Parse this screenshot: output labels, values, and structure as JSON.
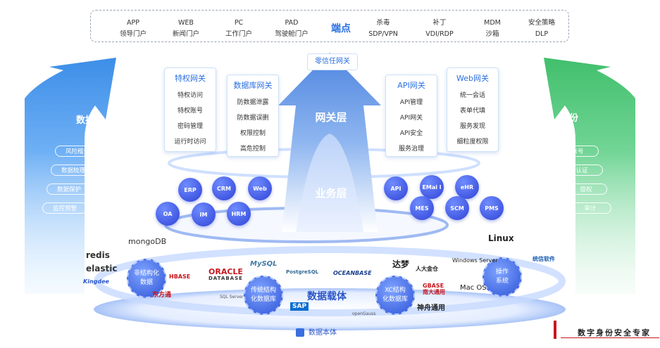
{
  "endpoints": {
    "title": "端点",
    "items": [
      {
        "top": "APP",
        "bottom": "领导门户"
      },
      {
        "top": "WEB",
        "bottom": "新闻门户"
      },
      {
        "top": "PC",
        "bottom": "工作门户"
      },
      {
        "top": "PAD",
        "bottom": "驾驶舱门户"
      },
      {
        "top": "杀毒",
        "bottom": "SDP/VPN"
      },
      {
        "top": "补丁",
        "bottom": "VDI/RDP"
      },
      {
        "top": "MDM",
        "bottom": "沙箱"
      },
      {
        "top": "安全策略",
        "bottom": "DLP"
      }
    ]
  },
  "gateways": [
    {
      "title": "特权网关",
      "items": [
        "特权访问",
        "特权账号",
        "密码管理",
        "运行时访问"
      ]
    },
    {
      "title": "数据库网关",
      "items": [
        "防数据泄露",
        "防数据误删",
        "权限控制",
        "高危控制"
      ]
    },
    {
      "title": "API网关",
      "items": [
        "API管理",
        "API网关",
        "API安全",
        "服务治理"
      ]
    },
    {
      "title": "Web网关",
      "items": [
        "统一会话",
        "表单代填",
        "服务发现",
        "细粒度权限"
      ]
    }
  ],
  "zero_trust": "零信任网关",
  "gateway_layer": "网关层",
  "business_layer": "业务层",
  "business_apps_left": [
    "ERP",
    "CRM",
    "Web",
    "OA",
    "IM",
    "HRM"
  ],
  "business_apps_right": [
    "API",
    "EMai l",
    "eHR",
    "MES",
    "SCM",
    "PMS"
  ],
  "left_arrow": {
    "title": "数据",
    "items": [
      "风险稽查",
      "数据梳理",
      "数据保护",
      "监控预警"
    ]
  },
  "right_arrow": {
    "title": "身份",
    "items": [
      "账号",
      "认证",
      "授权",
      "审计"
    ]
  },
  "data_carrier": "数据载体",
  "data_body": "数据本体",
  "carriers": [
    {
      "line1": "非结构化",
      "line2": "数据"
    },
    {
      "line1": "传统结构",
      "line2": "化数据库"
    },
    {
      "line1": "XC结构",
      "line2": "化数据库"
    },
    {
      "line1": "操作",
      "line2": "系统"
    }
  ],
  "logos": {
    "mongodb": "mongoDB",
    "redis": "redis",
    "elastic": "elastic",
    "kingdee": "Kingdee",
    "hbase": "HBASE",
    "donghua": "东方通",
    "oracle": "ORACLE",
    "database": "DATABASE",
    "mysql": "MySQL",
    "sqlserver": "SQL Server",
    "postgresql": "PostgreSQL",
    "oceanbase": "OCEANBASE",
    "sap": "SAP",
    "opengauss": "openGauss",
    "dameng": "达梦",
    "kingbase": "人大金仓",
    "gbase": "GBASE 南大通用",
    "shenzhou": "神舟通用",
    "windows": "Windows Server",
    "macos": "Mac OS",
    "linux": "Linux",
    "uniontech": "统信软件"
  },
  "slogan": "数字身份安全专家",
  "colors": {
    "blue": "#2a6fe0",
    "green": "#4cc27a",
    "brand_red": "#c8161d"
  }
}
